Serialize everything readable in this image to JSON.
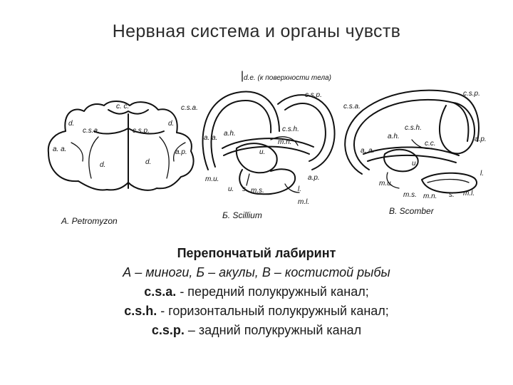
{
  "title": "Нервная  система и органы чувств",
  "figure": {
    "panels": [
      {
        "caption": "А. Petromyzon",
        "labels": [
          "c. c.",
          "d.",
          "c.s.a.",
          "c.s.p.",
          "d.",
          "a. a.",
          "d.",
          "d.",
          "a.p."
        ]
      },
      {
        "caption": "Б. Scillium",
        "labels": [
          "d.e. (к поверхности тела)",
          "c.s.a.",
          "c.s.p.",
          "a. a.",
          "a.h.",
          "c.s.h.",
          "m.n.",
          "u.",
          "m.u.",
          "a.p.",
          "u.",
          "s.",
          "m.s.",
          "l.",
          "m.l."
        ]
      },
      {
        "caption": "В. Scomber",
        "labels": [
          "c.s.p.",
          "c.s.a.",
          "c.s.h.",
          "a.h.",
          "c.c.",
          "a.p.",
          "a. a.",
          "u.",
          "m.u.",
          "l.",
          "m.s.",
          "m.n.",
          "s.",
          "m.l."
        ]
      }
    ]
  },
  "caption": {
    "heading": "Перепончатый лабиринт",
    "groups": "А – миноги, Б – акулы, В – костистой рыбы",
    "lines": [
      {
        "abbr": "c.s.a.",
        "text": " -  передний полукружный канал;"
      },
      {
        "abbr": "c.s.h.",
        "text": " -  горизонтальный полукружный канал;"
      },
      {
        "abbr": "c.s.p.",
        "text": " – задний полукружный канал"
      }
    ]
  }
}
